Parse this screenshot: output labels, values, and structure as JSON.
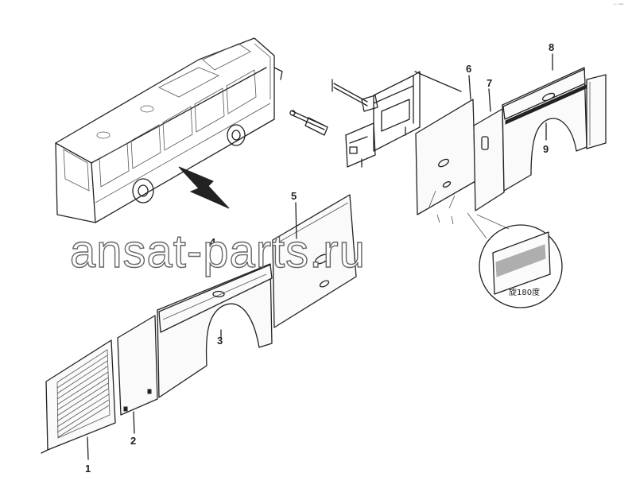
{
  "diagram": {
    "watermark": "ansat-parts.ru",
    "callouts": [
      "1",
      "2",
      "3",
      "4",
      "5",
      "6",
      "7",
      "8",
      "9"
    ],
    "detail_note": "旋180度",
    "corner_mark": "ᵒ⁻ ᵐᵐ"
  }
}
